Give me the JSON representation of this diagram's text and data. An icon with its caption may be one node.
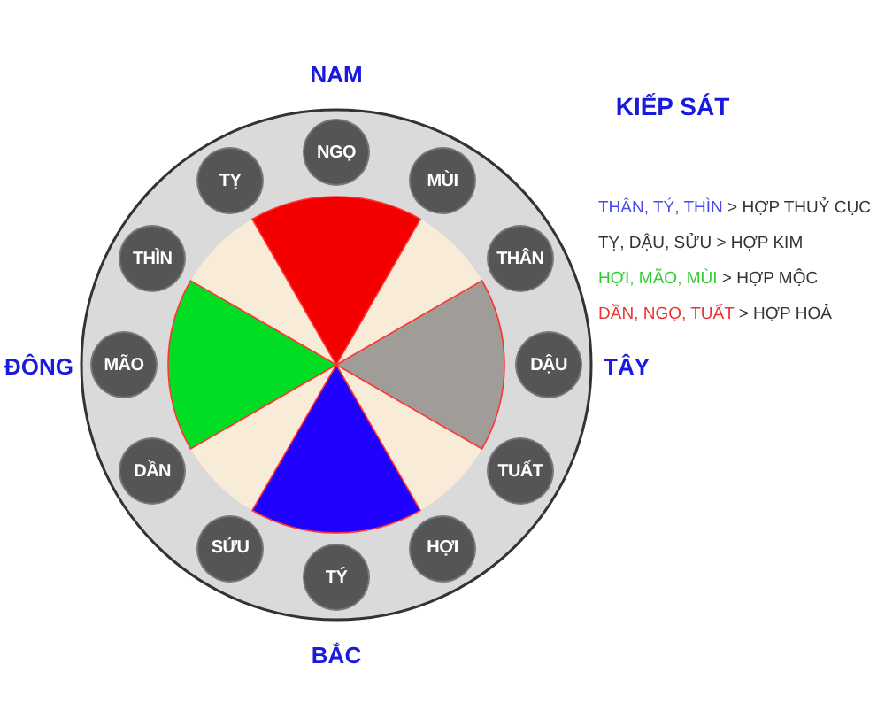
{
  "diagram": {
    "title": "KIẾP SÁT",
    "nodes": [
      {
        "text": [
          "NGỌ"
        ]
      },
      {
        "text": [
          "TỴ"
        ]
      },
      {
        "text": [
          "MÙI"
        ]
      },
      {
        "text": [
          "THÌN"
        ]
      },
      {
        "text": [
          "THÂN"
        ]
      },
      {
        "text": [
          "MÃO"
        ]
      },
      {
        "text": [
          "DẬU"
        ]
      },
      {
        "text": [
          "DẦN"
        ]
      },
      {
        "text": [
          "TUẤT"
        ]
      },
      {
        "text": [
          "SỬU"
        ]
      },
      {
        "text": [
          "HỢI"
        ]
      },
      {
        "text": [
          "TÝ"
        ]
      }
    ],
    "edges": [],
    "labels": [
      "NAM",
      "ĐÔNG",
      "TÂY",
      "BẮC"
    ],
    "legend": [
      {
        "text": "THÂN, TÝ, THÌN > HỢP THUỶ CỤC",
        "color": "#4a4af0"
      },
      {
        "text": "TỴ, DẬU, SỬU > HỢP KIM",
        "color": "#333333"
      },
      {
        "text": "HỢI, MÃO, MÙI > HỢP MỘC",
        "color": "#33cc33"
      },
      {
        "text": "DẦN, NGỌ, TUẤT > HỢP HOẢ",
        "color": "#ee3333"
      }
    ]
  }
}
